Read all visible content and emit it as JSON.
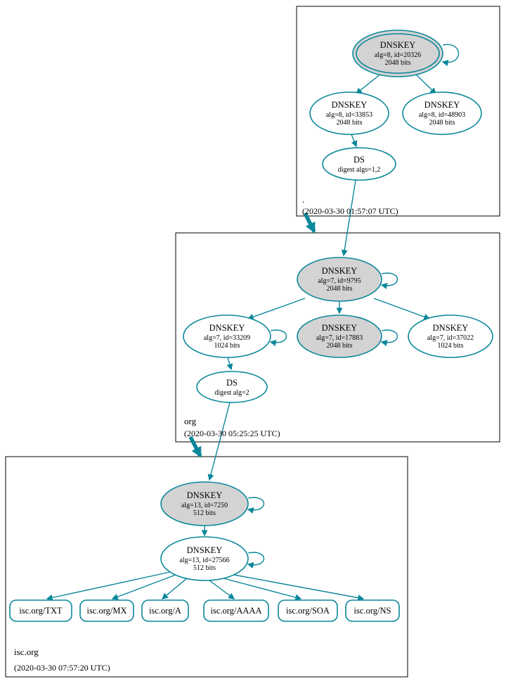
{
  "accent": "#0a879a",
  "gray_fill": "#d3d3d3",
  "zones": {
    "root": {
      "name": ".",
      "timestamp": "(2020-03-30 01:57:07 UTC)",
      "nodes": {
        "ksk": {
          "title": "DNSKEY",
          "detail": "alg=8, id=20326",
          "size": "2048 bits"
        },
        "zsk": {
          "title": "DNSKEY",
          "detail": "alg=8, id=33853",
          "size": "2048 bits"
        },
        "key2": {
          "title": "DNSKEY",
          "detail": "alg=8, id=48903",
          "size": "2048 bits"
        },
        "ds": {
          "title": "DS",
          "detail": "digest algs=1,2"
        }
      }
    },
    "org": {
      "name": "org",
      "timestamp": "(2020-03-30 05:25:25 UTC)",
      "nodes": {
        "ksk": {
          "title": "DNSKEY",
          "detail": "alg=7, id=9795",
          "size": "2048 bits"
        },
        "zsk": {
          "title": "DNSKEY",
          "detail": "alg=7, id=33209",
          "size": "1024 bits"
        },
        "key2": {
          "title": "DNSKEY",
          "detail": "alg=7, id=17883",
          "size": "2048 bits"
        },
        "key3": {
          "title": "DNSKEY",
          "detail": "alg=7, id=37022",
          "size": "1024 bits"
        },
        "ds": {
          "title": "DS",
          "detail": "digest alg=2"
        }
      }
    },
    "isc": {
      "name": "isc.org",
      "timestamp": "(2020-03-30 07:57:20 UTC)",
      "nodes": {
        "ksk": {
          "title": "DNSKEY",
          "detail": "alg=13, id=7250",
          "size": "512 bits"
        },
        "zsk": {
          "title": "DNSKEY",
          "detail": "alg=13, id=27566",
          "size": "512 bits"
        }
      },
      "rrsets": [
        {
          "label": "isc.org/TXT"
        },
        {
          "label": "isc.org/MX"
        },
        {
          "label": "isc.org/A"
        },
        {
          "label": "isc.org/AAAA"
        },
        {
          "label": "isc.org/SOA"
        },
        {
          "label": "isc.org/NS"
        }
      ]
    }
  }
}
